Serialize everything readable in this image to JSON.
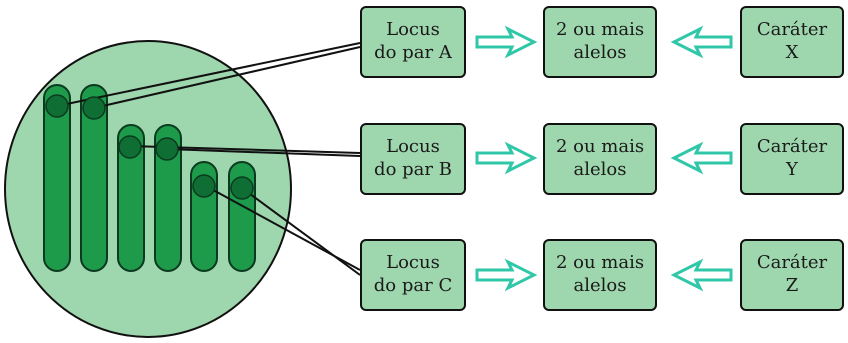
{
  "rows": [
    {
      "locus": [
        "Locus",
        "do par A"
      ],
      "alleles": [
        "2 ou mais",
        "alelos"
      ],
      "trait": [
        "Caráter",
        "X"
      ]
    },
    {
      "locus": [
        "Locus",
        "do par B"
      ],
      "alleles": [
        "2 ou mais",
        "alelos"
      ],
      "trait": [
        "Caráter",
        "Y"
      ]
    },
    {
      "locus": [
        "Locus",
        "do par C"
      ],
      "alleles": [
        "2 ou mais",
        "alelos"
      ],
      "trait": [
        "Caráter",
        "Z"
      ]
    }
  ],
  "colors": {
    "cell_fill": "#9ed6ad",
    "chromosome_fill": "#1d9a4a",
    "locus_dot": "#0f6e33",
    "arrow_stroke": "#2fc7a8",
    "box_fill": "#9ed6ad"
  }
}
